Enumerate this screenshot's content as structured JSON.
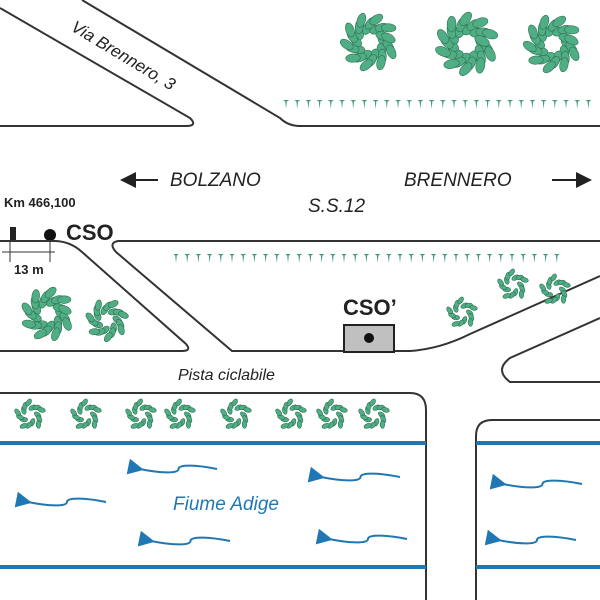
{
  "labels": {
    "street": "Via Brennero, 3",
    "west_direction": "BOLZANO",
    "east_direction": "BRENNERO",
    "highway": "S.S.12",
    "km_marker": "Km 466,100",
    "distance": "13 m",
    "cso": "CSO",
    "cso_prime": "CSO’",
    "bike_path": "Pista ciclabile",
    "river": "Fiume Adige"
  },
  "colors": {
    "road": "#333333",
    "river": "#1f78b4",
    "vegetation": "#3f9e74",
    "cso_box": "#c0c0c0"
  }
}
